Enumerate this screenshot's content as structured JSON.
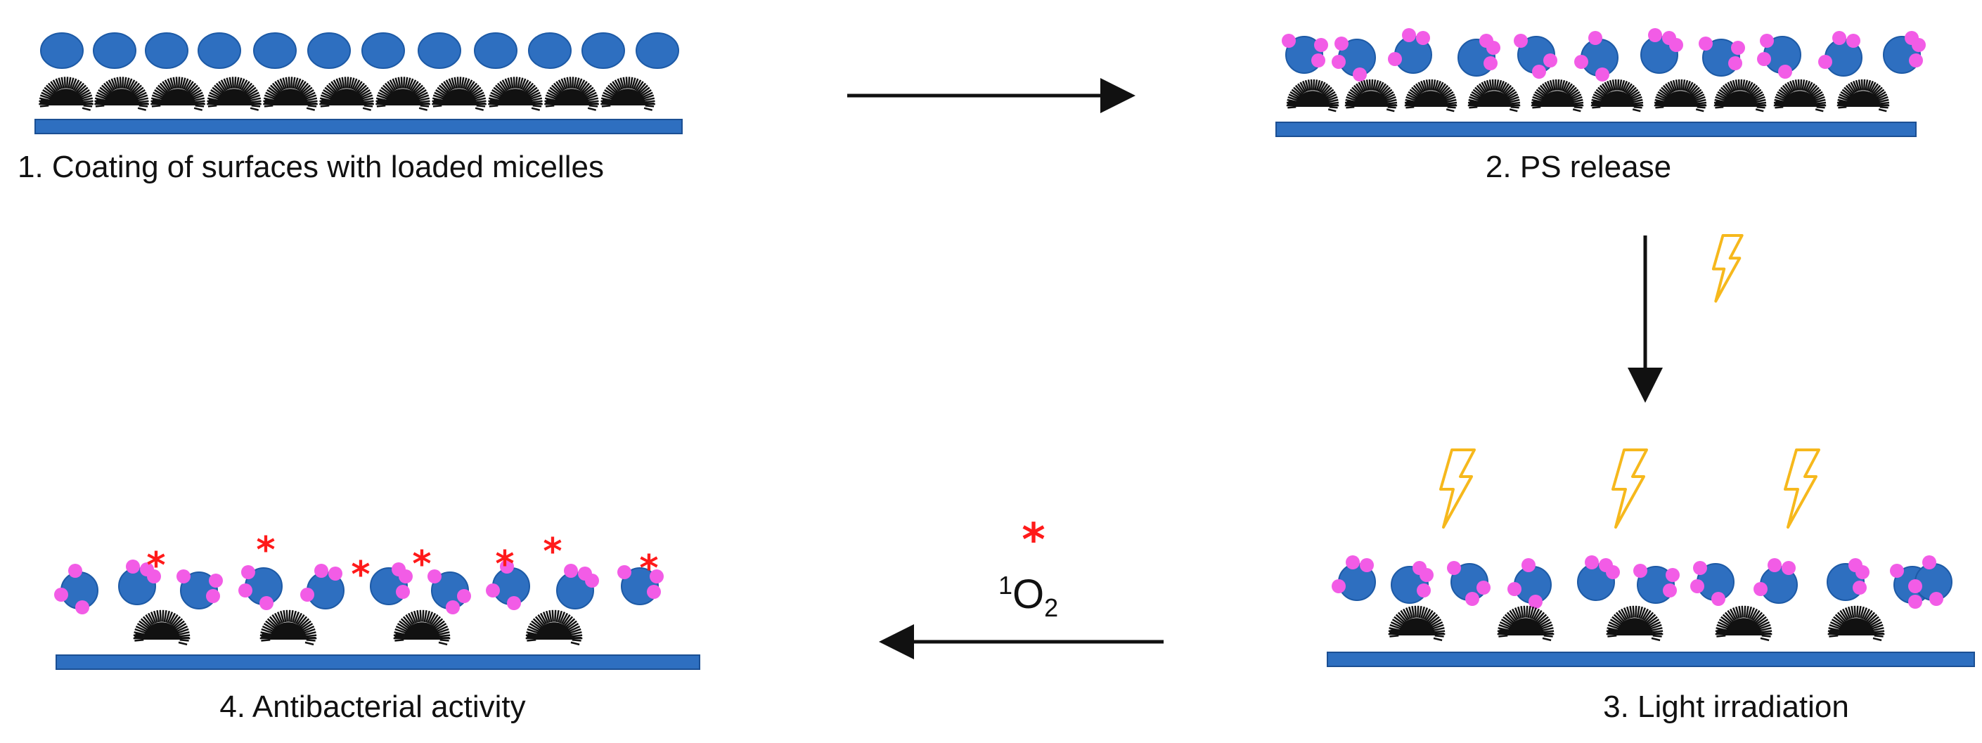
{
  "colors": {
    "micelle": "#2e6fc0",
    "photosensitizer": "#f25ce6",
    "bacterium": "#111111",
    "surface": "#2e6fc0",
    "singlet_oxygen": "#ff1a1a",
    "light": "#f6b81c",
    "arrow": "#111111"
  },
  "icons": {
    "micelle": "blue-ellipse",
    "photosensitizer": "pink-dot",
    "bacterium": "spiky-black-cell",
    "light": "lightning-bolt-icon",
    "singlet_oxygen": "red-asterisk-icon"
  },
  "steps": {
    "step1": {
      "label": "1. Coating of surfaces with loaded micelles"
    },
    "step2": {
      "label": "2. PS release"
    },
    "step3": {
      "label": "3. Light irradiation"
    },
    "step4": {
      "label": "4. Antibacterial activity"
    }
  },
  "singlet_oxygen": {
    "prefix": "1",
    "element": "O",
    "subscript": "2",
    "symbol": "*"
  }
}
